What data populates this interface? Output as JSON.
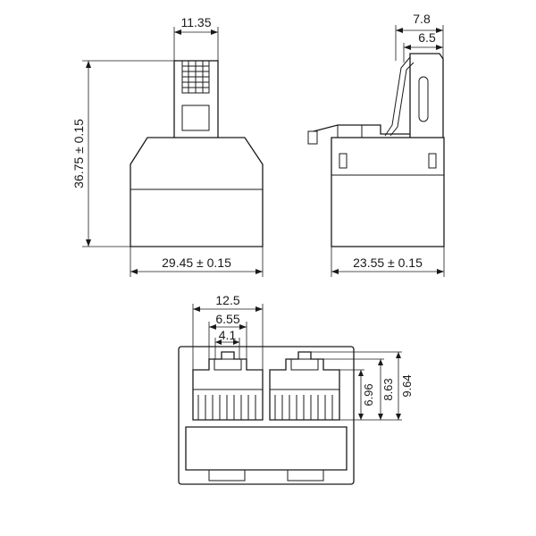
{
  "dimensions": {
    "front_plug_width": "11.35",
    "front_height": "36.75 ± 0.15",
    "front_width": "29.45 ± 0.15",
    "side_overall": "7.8",
    "side_inner": "6.5",
    "side_width": "23.55 ± 0.15",
    "bottom_outer": "12.5",
    "bottom_middle": "6.55",
    "bottom_inner": "4.1",
    "port_h1": "6.96",
    "port_h2": "8.63",
    "port_h3": "9.64"
  }
}
